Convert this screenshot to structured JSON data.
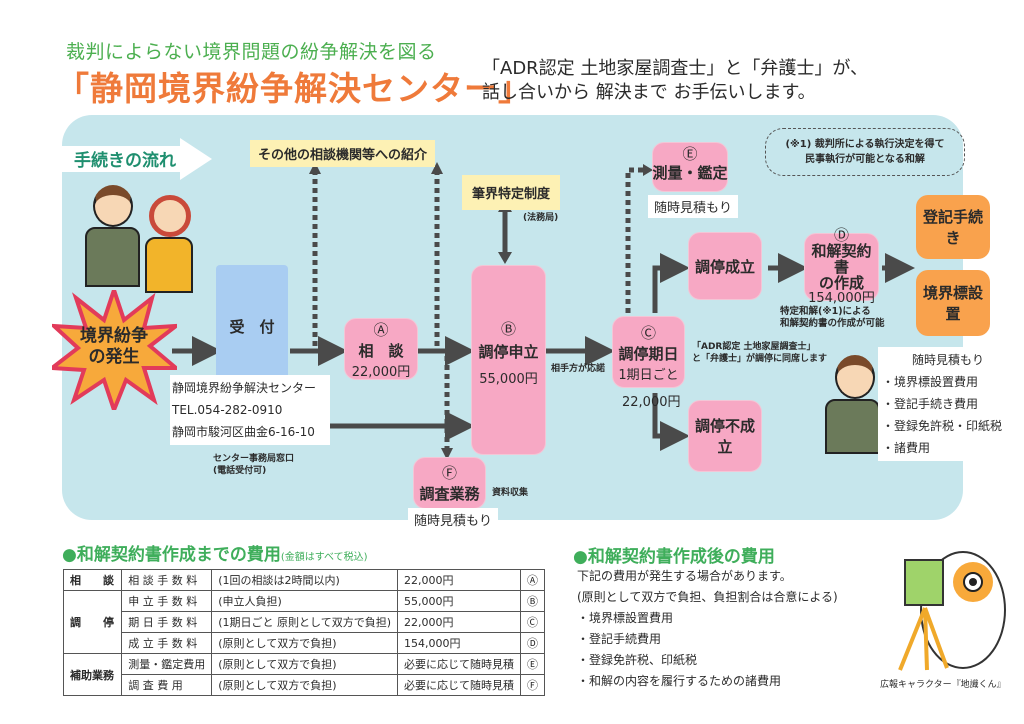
{
  "header": {
    "subtitle": "裁判によらない境界問題の紛争解決を図る",
    "title": "「静岡境界紛争解決センター」",
    "tagline_line1": "「ADR認定 土地家屋調査士」と「弁護士」が、",
    "tagline_line2": "話し合いから 解決まで お手伝いします。"
  },
  "flow": {
    "section_label": "手続きの流れ",
    "referral": "その他の相談機関等への紹介",
    "boundary_system": "筆界特定制度",
    "legal_bureau": "(法務局)",
    "cloud_note_line1": "(※1) 裁判所による執行決定を得て",
    "cloud_note_line2": "民事執行が可能となる和解",
    "dispute_line1": "境界紛争",
    "dispute_line2": "の発生",
    "reception": "受　付",
    "center_name": "静岡境界紛争解決センター",
    "center_tel": "TEL.054-282-0910",
    "center_address": "静岡市駿河区曲金6-16-10",
    "office_note_line1": "センター事務局窓口",
    "office_note_line2": "(電話受付可)",
    "consult": {
      "mark": "Ⓐ",
      "label": "相　談",
      "fee": "22,000円"
    },
    "application": {
      "mark": "Ⓑ",
      "label": "調停申立",
      "fee": "55,000円"
    },
    "session": {
      "mark": "Ⓒ",
      "label": "調停期日",
      "sub": "1期日ごと",
      "fee": "22,000円"
    },
    "contract": {
      "mark": "Ⓓ",
      "label_line1": "和解契約書",
      "label_line2": "の作成",
      "fee": "154,000円"
    },
    "survey": {
      "mark": "Ⓔ",
      "label": "測量・鑑定",
      "estimate": "随時見積もり"
    },
    "investigation": {
      "mark": "Ⓕ",
      "label": "調査業務",
      "note": "資料収集",
      "estimate": "随時見積もり"
    },
    "opponent_agrees": "相手方が応諾",
    "success": "調停成立",
    "failure": "調停不成立",
    "attend_note_line1": "「ADR認定 土地家屋調査士」",
    "attend_note_line2": "と「弁護士」が調停に同席します",
    "specific_note_line1": "特定和解(※1)による",
    "specific_note_line2": "和解契約書の作成が可能",
    "registration": "登記手続き",
    "marker_install": "境界標設置",
    "after_list": {
      "heading": "随時見積もり",
      "items": [
        "・境界標設置費用",
        "・登記手続き費用",
        "・登録免許税・印紙税",
        "・諸費用"
      ]
    }
  },
  "costs_before": {
    "heading": "●和解契約書作成までの費用",
    "note": "(金額はすべて税込)",
    "rows": [
      {
        "group": "相　　談",
        "item": "相 談 手 数 料",
        "desc": "(1回の相談は2時間以内)",
        "amount": "22,000円",
        "mark": "Ⓐ"
      },
      {
        "group": "調　　停",
        "item": "申 立 手 数 料",
        "desc": "(申立人負担)",
        "amount": "55,000円",
        "mark": "Ⓑ"
      },
      {
        "group": "",
        "item": "期 日 手 数 料",
        "desc": "(1期日ごと 原則として双方で負担)",
        "amount": "22,000円",
        "mark": "Ⓒ"
      },
      {
        "group": "",
        "item": "成 立 手 数 料",
        "desc": "(原則として双方で負担)",
        "amount": "154,000円",
        "mark": "Ⓓ"
      },
      {
        "group": "補助業務",
        "item": "測量・鑑定費用",
        "desc": "(原則として双方で負担)",
        "amount": "必要に応じて随時見積",
        "mark": "Ⓔ"
      },
      {
        "group": "",
        "item": "調 査 費 用",
        "desc": "(原則として双方で負担)",
        "amount": "必要に応じて随時見積",
        "mark": "Ⓕ"
      }
    ]
  },
  "costs_after": {
    "heading": "●和解契約書作成後の費用",
    "lines": [
      "下記の費用が発生する場合があります。",
      "(原則として双方で負担、負担割合は合意による)",
      "・境界標設置費用",
      "・登記手続費用",
      "・登録免許税、印紙税",
      "・和解の内容を履行するための諸費用"
    ]
  },
  "mascot": {
    "caption": "広報キャラクター『地識くん』"
  },
  "colors": {
    "title": "#ef7a3a",
    "green": "#3fae5b",
    "panel": "#c6e6ec",
    "pink": "#f7a8c4",
    "orange": "#f9a24d",
    "blue": "#a9cdf2",
    "yellow": "#fdf1b4"
  }
}
